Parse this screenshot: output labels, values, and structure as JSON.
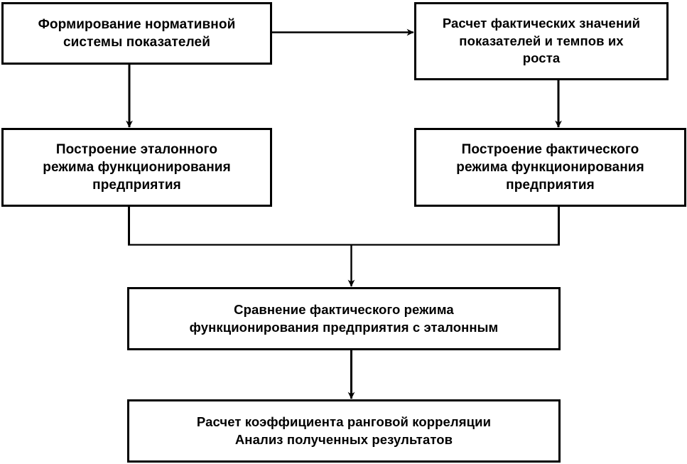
{
  "diagram": {
    "type": "flowchart",
    "orientation": "top-to-bottom",
    "background_color": "#ffffff",
    "line_color": "#000000",
    "text_color": "#000000",
    "nodes": [
      {
        "id": "normative-system",
        "label": "Формирование нормативной\nсистемы показателей"
      },
      {
        "id": "actual-values",
        "label": "Расчет фактических значений\nпоказателей и темпов их\nроста"
      },
      {
        "id": "reference-mode",
        "label": "Построение эталонного\nрежима функционирования\nпредприятия"
      },
      {
        "id": "actual-mode",
        "label": "Построение фактического\nрежима функционирования\nпредприятия"
      },
      {
        "id": "comparison",
        "label": "Сравнение фактического режима\nфункционирования предприятия с эталонным"
      },
      {
        "id": "rank-correlation",
        "label": "Расчет  коэффициента  ранговой корреляции\nАнализ полученных результатов"
      }
    ],
    "edges": [
      {
        "from": "normative-system",
        "to": "actual-values",
        "style": "horizontal-arrow"
      },
      {
        "from": "normative-system",
        "to": "reference-mode",
        "style": "vertical-arrow"
      },
      {
        "from": "actual-values",
        "to": "actual-mode",
        "style": "vertical-arrow"
      },
      {
        "from": "reference-mode",
        "to": "comparison",
        "style": "merge-arrow"
      },
      {
        "from": "actual-mode",
        "to": "comparison",
        "style": "merge-arrow"
      },
      {
        "from": "comparison",
        "to": "rank-correlation",
        "style": "vertical-arrow"
      }
    ]
  }
}
